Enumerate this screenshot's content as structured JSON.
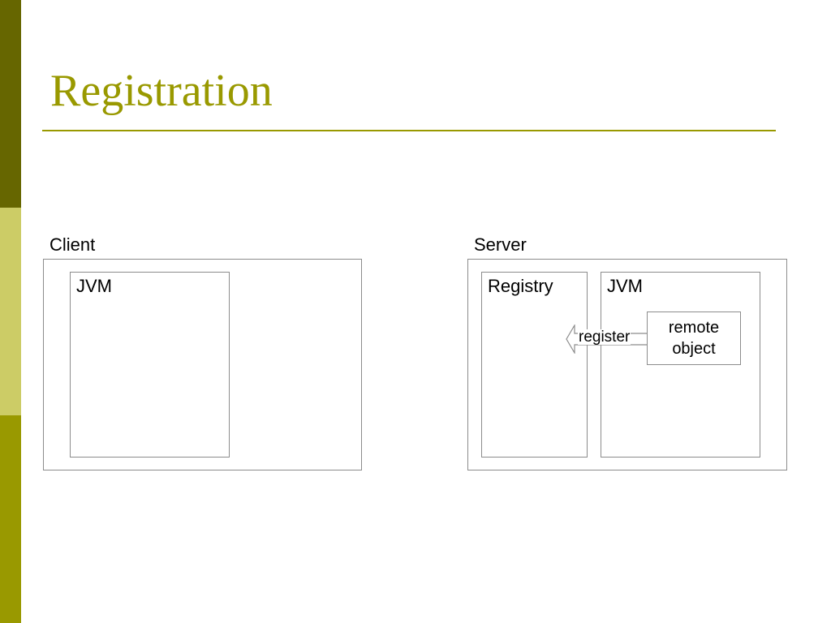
{
  "slide": {
    "title": "Registration",
    "colors": {
      "title": "#999900",
      "rule": "#999900",
      "band_top": "#666600",
      "band_mid": "#cccc66",
      "band_bot": "#999900",
      "box_border": "#8c8c8c"
    }
  },
  "client": {
    "label": "Client",
    "jvm_label": "JVM"
  },
  "server": {
    "label": "Server",
    "registry_label": "Registry",
    "jvm_label": "JVM",
    "remote_object_label": "remote\nobject",
    "arrow_label": "register"
  }
}
